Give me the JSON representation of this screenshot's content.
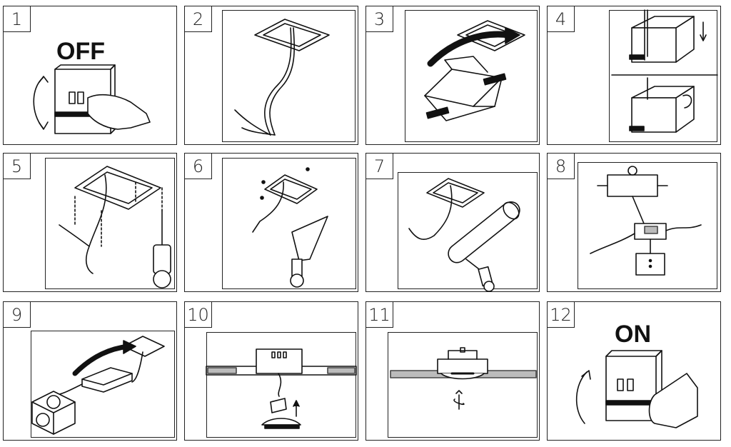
{
  "steps": [
    {
      "number": "1",
      "label": "OFF"
    },
    {
      "number": "2"
    },
    {
      "number": "3"
    },
    {
      "number": "4"
    },
    {
      "number": "5"
    },
    {
      "number": "6"
    },
    {
      "number": "7"
    },
    {
      "number": "8"
    },
    {
      "number": "9"
    },
    {
      "number": "10"
    },
    {
      "number": "11"
    },
    {
      "number": "12",
      "label": "ON"
    }
  ]
}
